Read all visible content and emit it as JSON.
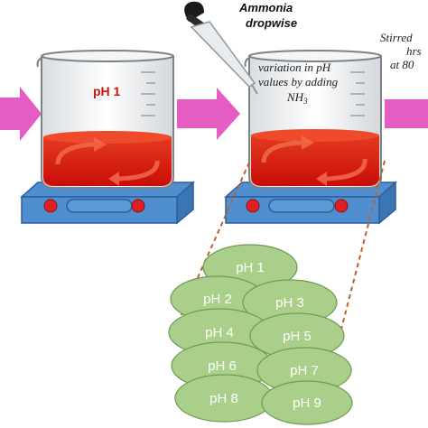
{
  "step1": {
    "ph_label": "pH 1"
  },
  "step2": {
    "reagent_line1": "Ammonia",
    "reagent_line2": "dropwise",
    "note_line1": "variation in pH",
    "note_line2": "values by adding",
    "note_line3_main": "NH",
    "note_line3_sub": "3"
  },
  "step3": {
    "line1": "Stirred",
    "line2": "hrs",
    "line3": "at 80"
  },
  "ph_samples": [
    "pH 1",
    "pH 2",
    "pH 3",
    "pH 4",
    "pH 5",
    "pH 6",
    "pH 7",
    "pH 8",
    "pH 9"
  ],
  "colors": {
    "arrow": "#e55cc2",
    "solution": "#e0120d",
    "stirrer_top": "#4f8fd0",
    "stirrer_side": "#3a75b5",
    "knob": "#e02020",
    "ellipse_fill": "#a9cf8a",
    "ellipse_stroke": "#6f9a52",
    "ph_text": "#cc1111",
    "dashed": "#c0602a"
  }
}
